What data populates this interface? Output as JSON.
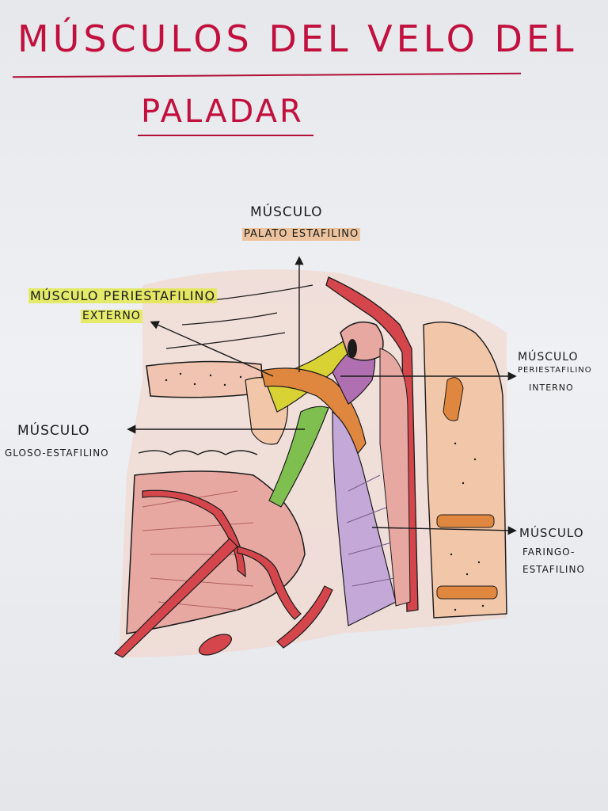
{
  "title": {
    "line1": "MÚSCULOS DEL VELO DEL",
    "line2": "PALADAR"
  },
  "labels": {
    "palato_estafilino": {
      "line1": "MÚSCULO",
      "line2": "PALATO ESTAFILINO"
    },
    "periestafilino_externo": {
      "line1": "MÚSCULO PERIESTAFILINO",
      "line2": "EXTERNO"
    },
    "periestafilino_interno": {
      "line1": "MÚSCULO",
      "line2": "PERIESTAFILINO",
      "line3": "INTERNO"
    },
    "gloso_estafilino": {
      "line1": "MÚSCULO",
      "line2": "GLOSO-ESTAFILINO"
    },
    "faringo_estafilino": {
      "line1": "MÚSCULO",
      "line2": "FARINGO-",
      "line3": "ESTAFILINO"
    }
  },
  "colors": {
    "title": "#c2103e",
    "ink": "#1b1b1b",
    "palato_estafilino_muscle": "#e0873f",
    "periestafilino_externo_muscle": "#d8d234",
    "periestafilino_interno_muscle": "#b06fb0",
    "gloso_estafilino_muscle": "#7fbf4f",
    "faringo_estafilino_muscle": "#c4a8d8",
    "tissue_pink": "#e8a8a2",
    "tissue_red": "#d4464b",
    "bone_peach": "#f2c6a8"
  }
}
